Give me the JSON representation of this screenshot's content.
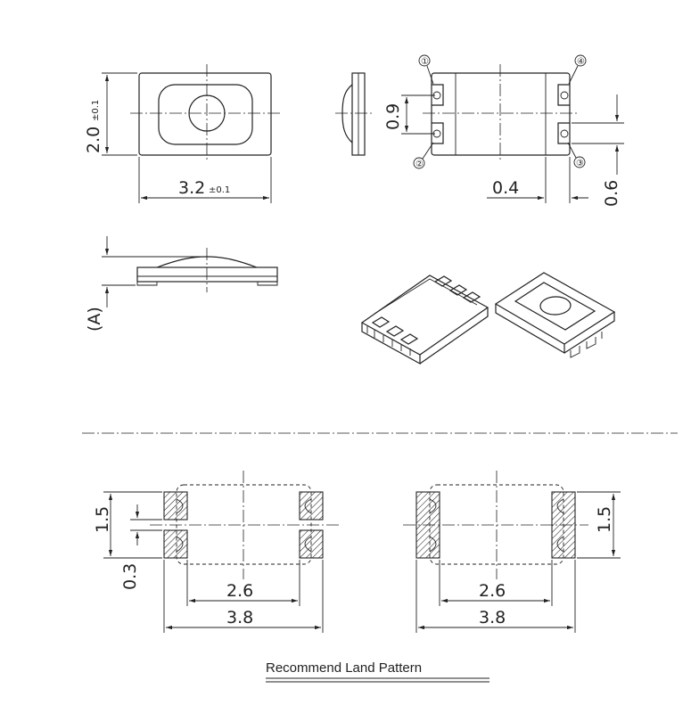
{
  "top_view": {
    "height_dim": "2.0",
    "height_tol": "±0.1",
    "width_dim": "3.2",
    "width_tol": "±0.1"
  },
  "back_view": {
    "pad_gap_dim": "0.9",
    "pad_width_dim": "0.4",
    "pad_height_dim": "0.6",
    "pin_labels": [
      "①",
      "④",
      "②",
      "③"
    ]
  },
  "side_view": {
    "label": "(A)"
  },
  "land_pattern_a": {
    "pad_height_dim": "1.5",
    "gap_dim": "0.3",
    "inner_width_dim": "2.6",
    "outer_width_dim": "3.8"
  },
  "land_pattern_b": {
    "pad_height_dim": "1.5",
    "inner_width_dim": "2.6",
    "outer_width_dim": "3.8"
  },
  "caption": "Recommend Land Pattern"
}
